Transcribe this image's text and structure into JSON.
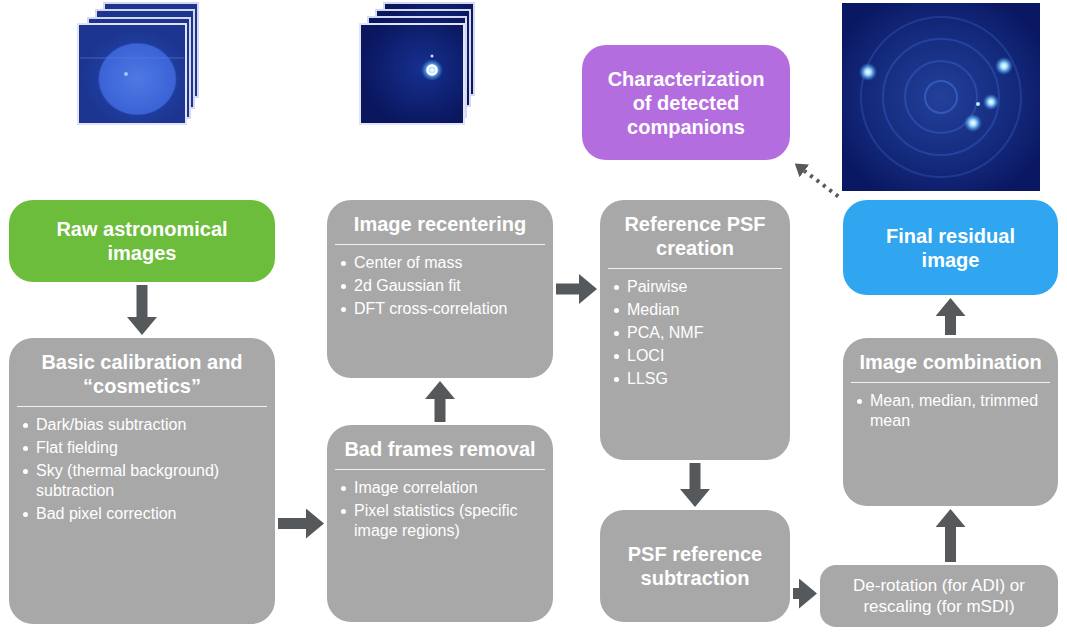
{
  "diagram": {
    "nodes": [
      {
        "text": [
          "Raw astronomical images"
        ]
      },
      {
        "text": [
          "Basic calibration and “cosmetics”",
          "Dark/bias subtraction",
          "Flat fielding",
          "Sky (thermal background) subtraction",
          "Bad pixel correction"
        ]
      },
      {
        "text": [
          "Bad frames removal",
          "Image correlation",
          "Pixel statistics (specific image regions)"
        ]
      },
      {
        "text": [
          "Image recentering",
          "Center of mass",
          "2d Gaussian fit",
          "DFT cross-correlation"
        ]
      },
      {
        "text": [
          "Reference PSF creation",
          "Pairwise",
          "Median",
          "PCA, NMF",
          "LOCI",
          "LLSG"
        ]
      },
      {
        "text": [
          "PSF reference subtraction"
        ]
      },
      {
        "text": [
          "De-rotation (for ADI) or rescaling (for mSDI)"
        ]
      },
      {
        "text": [
          "Image combination",
          "Mean, median, trimmed mean"
        ]
      },
      {
        "text": [
          "Final residual image"
        ]
      },
      {
        "text": [
          "Characterization of detected companions"
        ]
      }
    ],
    "edges": [
      {
        "from": 0,
        "to": 1,
        "arrow": "to"
      },
      {
        "from": 1,
        "to": 2,
        "arrow": "to"
      },
      {
        "from": 2,
        "to": 3,
        "arrow": "to"
      },
      {
        "from": 3,
        "to": 4,
        "arrow": "to"
      },
      {
        "from": 4,
        "to": 5,
        "arrow": "to"
      },
      {
        "from": 5,
        "to": 6,
        "arrow": "to"
      },
      {
        "from": 6,
        "to": 7,
        "arrow": "to"
      },
      {
        "from": 7,
        "to": 8,
        "arrow": "to"
      },
      {
        "from": 8,
        "to": 9,
        "arrow": "to"
      }
    ]
  }
}
